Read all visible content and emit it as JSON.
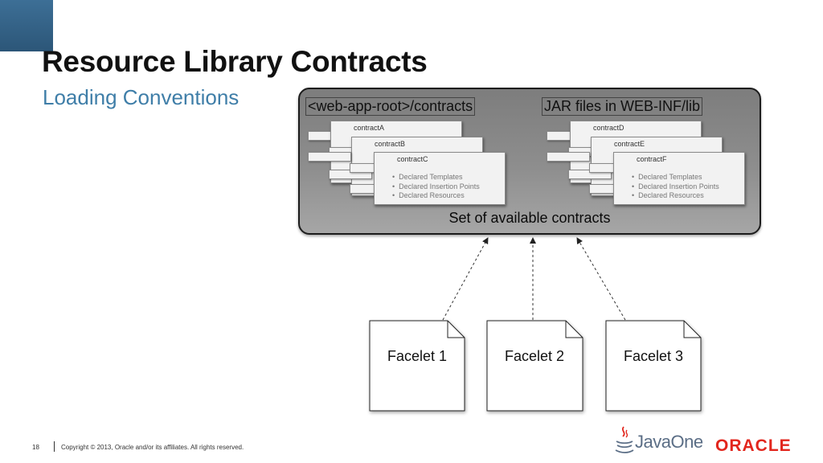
{
  "slide": {
    "title": "Resource Library Contracts",
    "subtitle": "Loading Conventions"
  },
  "panel": {
    "left_header": "<web-app-root>/contracts",
    "right_header": "JAR files in WEB-INF/lib",
    "caption": "Set of available contracts"
  },
  "left_group": {
    "cards": [
      "contractA",
      "contractB",
      "contractC"
    ],
    "bullets": [
      "Declared Templates",
      "Declared Insertion Points",
      "Declared Resources"
    ]
  },
  "right_group": {
    "cards": [
      "contractD",
      "contractE",
      "contractF"
    ],
    "bullets": [
      "Declared Templates",
      "Declared Insertion Points",
      "Declared Resources"
    ]
  },
  "facelets": [
    "Facelet 1",
    "Facelet 2",
    "Facelet 3"
  ],
  "footer": {
    "page_number": "18",
    "copyright": "Copyright © 2013, Oracle and/or its affiliates. All rights reserved."
  },
  "logos": {
    "javaone": "JavaOne",
    "oracle": "ORACLE"
  },
  "colors": {
    "title": "#111111",
    "subtitle": "#3f7ea8",
    "corner_block": "#2c5678",
    "panel": "#8e8e8e",
    "oracle": "#e2261d"
  }
}
